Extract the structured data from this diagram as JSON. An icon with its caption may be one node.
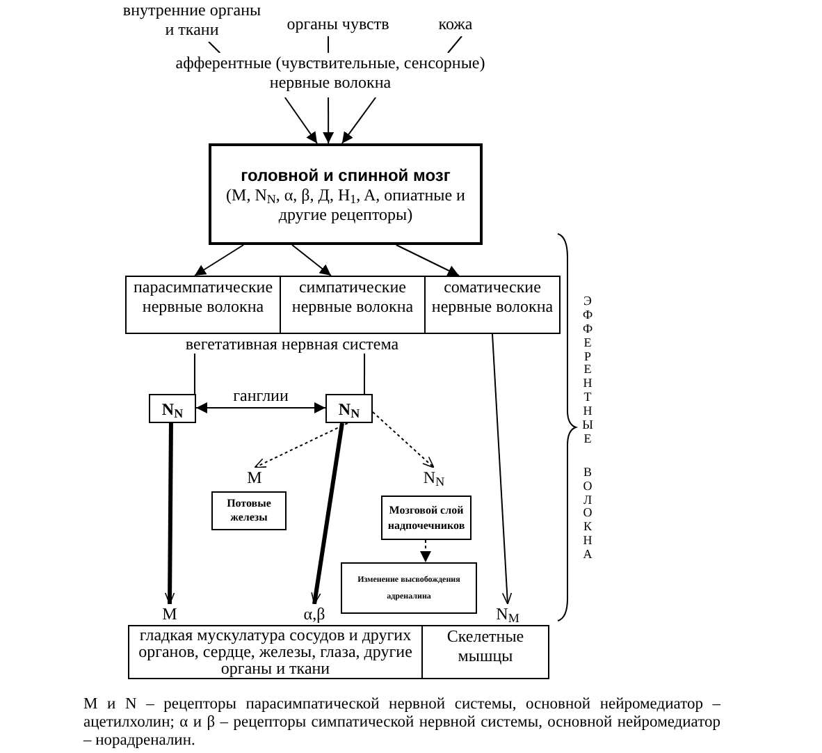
{
  "diagram": {
    "caption": "M и N – рецепторы парасимпатической нервной системы, основной нейромедиатор – ацетилхолин; α и β – рецепторы симпатической нервной системы, основной нейромедиатор – норадреналин.",
    "nodes": [
      {
        "text": [
          "внутренние органы и ткани"
        ]
      },
      {
        "text": [
          "органы чувств"
        ]
      },
      {
        "text": [
          "кожа"
        ]
      },
      {
        "text": [
          "афферентные (чувствительные, сенсорные) нервные волокна"
        ]
      },
      {
        "text": [
          "головной и спинной мозг",
          "(M, N$_{N}$, α, β, Д, H$_{1}$, A, опиатные и другие рецепторы)"
        ]
      },
      {
        "text": [
          "парасимпатические нервные волокна"
        ]
      },
      {
        "text": [
          "симпатические нервные волокна"
        ]
      },
      {
        "text": [
          "соматические нервные волокна"
        ]
      },
      {
        "text": [
          "вегетативная нервная система"
        ]
      },
      {
        "text": [
          "N$_{N}$"
        ]
      },
      {
        "text": [
          "N$_{N}$"
        ]
      },
      {
        "text": [
          "M"
        ]
      },
      {
        "text": [
          "Потовые железы"
        ]
      },
      {
        "text": [
          "N$_{N}$"
        ]
      },
      {
        "text": [
          "Мозговой слой надпочечников"
        ]
      },
      {
        "text": [
          "Изменение высвобождения адреналина"
        ]
      },
      {
        "text": [
          "M"
        ]
      },
      {
        "text": [
          "α,β"
        ]
      },
      {
        "text": [
          "N$_{M}$"
        ]
      },
      {
        "text": [
          "гладкая мускулатура сосудов и других органов, сердце, железы, глаза, другие органы и ткани"
        ]
      },
      {
        "text": [
          "Скелетные мышцы"
        ]
      }
    ],
    "edges": [
      {
        "from": 0,
        "to": 3,
        "arrow": "none"
      },
      {
        "from": 1,
        "to": 3,
        "arrow": "none"
      },
      {
        "from": 2,
        "to": 3,
        "arrow": "none"
      },
      {
        "from": 3,
        "to": 4,
        "arrow": "to"
      },
      {
        "from": 3,
        "to": 4,
        "arrow": "to"
      },
      {
        "from": 3,
        "to": 4,
        "arrow": "to"
      },
      {
        "from": 4,
        "to": 5,
        "arrow": "to"
      },
      {
        "from": 4,
        "to": 6,
        "arrow": "to"
      },
      {
        "from": 4,
        "to": 7,
        "arrow": "to"
      },
      {
        "from": 8,
        "to": 9,
        "arrow": "none"
      },
      {
        "from": 8,
        "to": 10,
        "arrow": "none"
      },
      {
        "from": 9,
        "to": 10,
        "arrow": "both",
        "label": "ганглии"
      },
      {
        "from": 10,
        "to": 11,
        "arrow": "to",
        "style": "dashed"
      },
      {
        "from": 10,
        "to": 13,
        "arrow": "to",
        "style": "dashed"
      },
      {
        "from": 14,
        "to": 15,
        "arrow": "to",
        "style": "dashed"
      },
      {
        "from": 9,
        "to": 16,
        "arrow": "to",
        "style": "thick"
      },
      {
        "from": 10,
        "to": 17,
        "arrow": "to",
        "style": "thick"
      },
      {
        "from": 7,
        "to": 18,
        "arrow": "to"
      }
    ],
    "labels": [
      "ЭФФЕРЕНТНЫЕ ВОЛОКНА"
    ]
  }
}
